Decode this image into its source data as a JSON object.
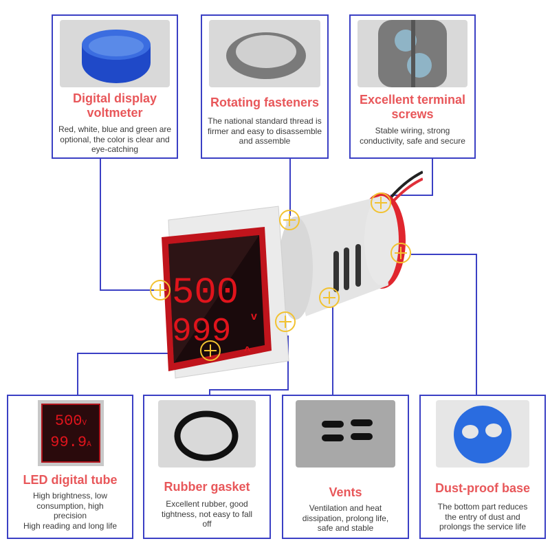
{
  "features_top": [
    {
      "title": "Digital display voltmeter",
      "title_lines": [
        "Digital display",
        "voltmeter"
      ],
      "description": "Red, white, blue and green are optional, the color is clear and eye-catching",
      "photo": "blue-lens-cap"
    },
    {
      "title": "Rotating fasteners",
      "title_lines": [
        "Rotating fasteners"
      ],
      "description": "The national standard thread is firmer and easy to disassemble and assemble",
      "photo": "grey-threaded-nut"
    },
    {
      "title": "Excellent terminal screws",
      "title_lines": [
        "Excellent terminal",
        "screws"
      ],
      "description": "Stable wiring, strong conductivity, safe and secure",
      "photo": "terminal-screws"
    }
  ],
  "features_bottom": [
    {
      "title": "LED digital tube",
      "description": "High brightness, low consumption, high precision High reading and long life",
      "desc_lines": [
        "High brightness, low",
        "consumption, high",
        "precision",
        "High reading and long life"
      ],
      "photo": "led-display",
      "display": {
        "top_value": "500",
        "top_unit": "V",
        "bottom_value": "99.9",
        "bottom_unit": "A"
      }
    },
    {
      "title": "Rubber gasket",
      "description": "Excellent rubber, good tightness, not easy to fall off",
      "desc_lines": [
        "Excellent rubber, good",
        "tightness, not easy to fall",
        "off"
      ],
      "photo": "black-rubber-ring"
    },
    {
      "title": "Vents",
      "description": "Ventilation and heat dissipation, prolong life, safe and stable",
      "desc_lines": [
        "Ventilation and heat",
        "dissipation, prolong life,",
        "safe and stable"
      ],
      "photo": "vented-housing"
    },
    {
      "title": "Dust-proof base",
      "description": "The bottom part reduces the entry of dust and prolongs the service life",
      "desc_lines": [
        "The bottom part reduces",
        "the entry of dust and",
        "prolongs the service life"
      ],
      "photo": "blue-dust-cap"
    }
  ],
  "product": {
    "display": {
      "top_value": "500",
      "top_unit": "V",
      "bottom_value": "999",
      "bottom_unit": "A"
    },
    "markers": 7
  },
  "colors": {
    "border": "#3a3fc4",
    "title": "#e8575a",
    "marker": "#f2c230",
    "led": "#e0141c"
  }
}
